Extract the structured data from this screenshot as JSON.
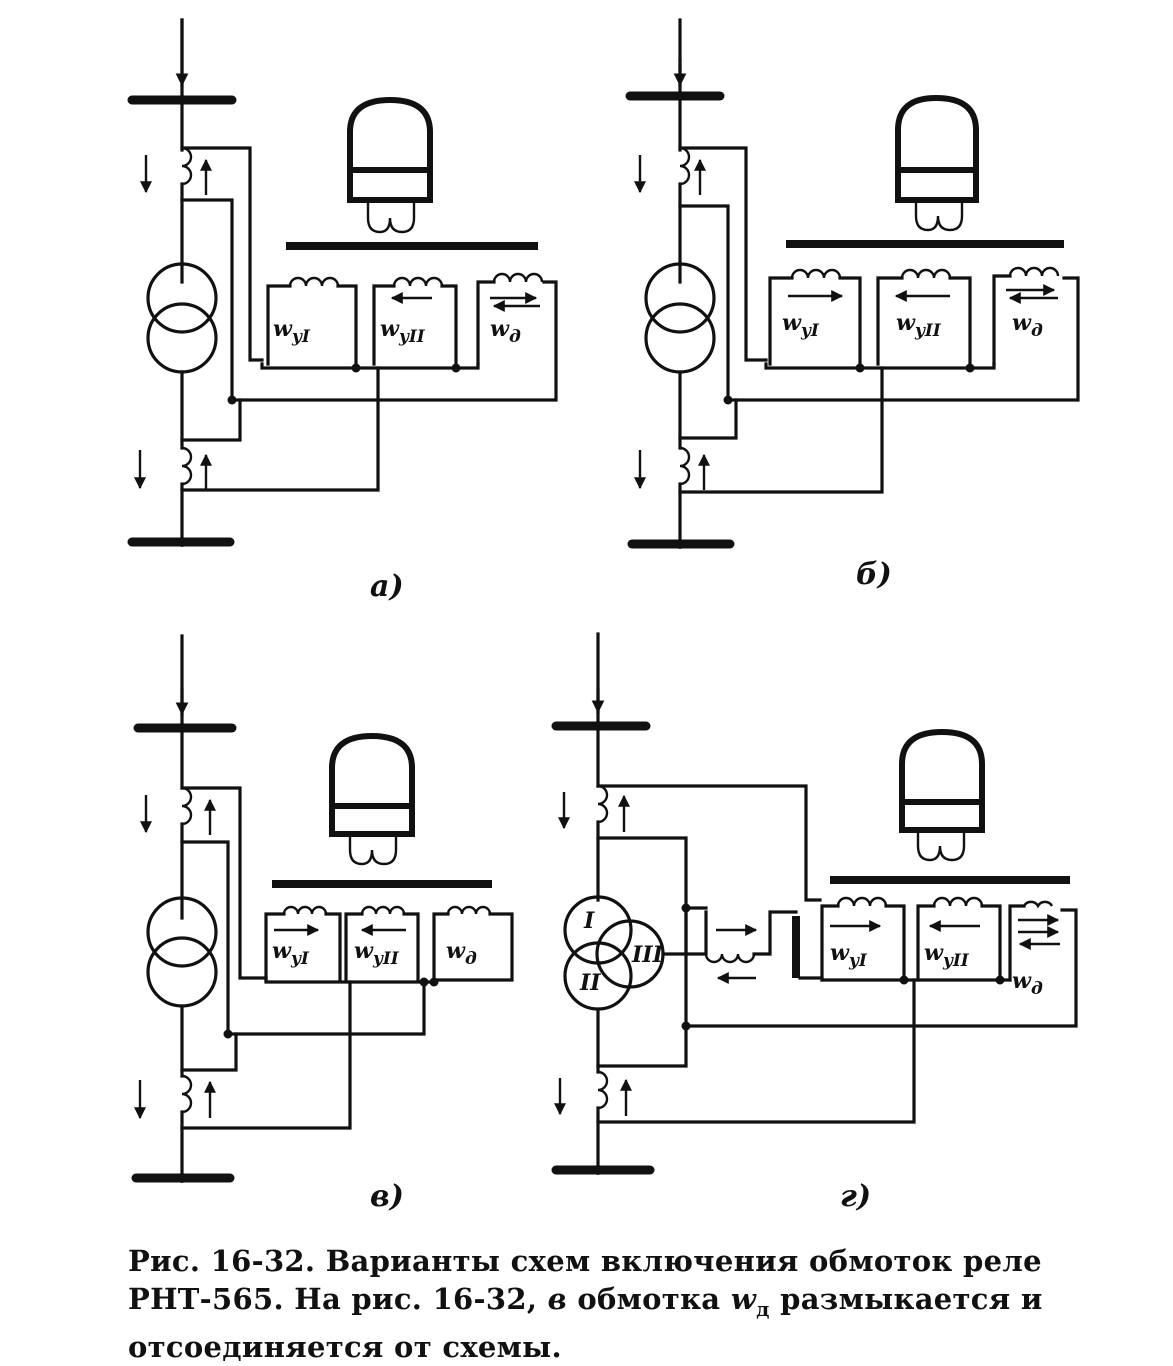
{
  "figure": {
    "panels": [
      {
        "id": "a",
        "caption": "а)",
        "labels": [
          "w",
          "yI",
          "w",
          "yII",
          "w",
          "д"
        ]
      },
      {
        "id": "b",
        "caption": "б)",
        "labels": [
          "w",
          "yI",
          "w",
          "yII",
          "w",
          "д"
        ]
      },
      {
        "id": "v",
        "caption": "в)",
        "labels": [
          "w",
          "yI",
          "w",
          "yII",
          "w",
          "д"
        ]
      },
      {
        "id": "g",
        "caption": "г)",
        "labels": [
          "w",
          "yI",
          "w",
          "yII",
          "w",
          "д"
        ],
        "transformer_windings": [
          "I",
          "II",
          "III"
        ]
      }
    ],
    "caption": {
      "part1": "Рис. 16-32. Варианты схем включения обмоток реле РНТ-565. На рис. 16-32, ",
      "ref": "в",
      "part2": " обмотка ",
      "sym": "w",
      "sub": "д",
      "part3": " размыкается и отсоединяется от схемы."
    }
  }
}
